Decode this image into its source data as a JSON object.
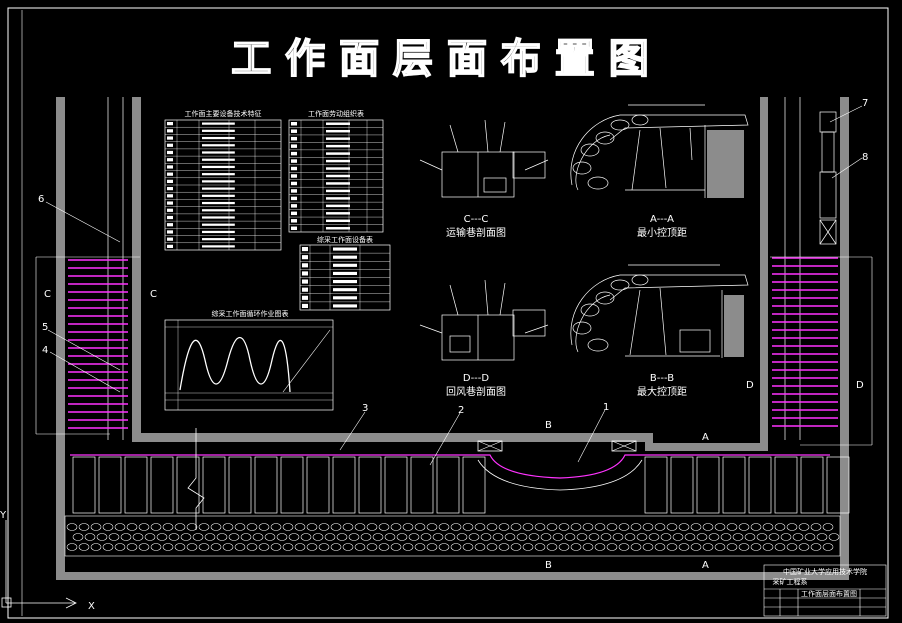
{
  "title": "工 作 面 层 面 布 置 图",
  "sections": {
    "cc_caption": "C---C",
    "cc_subtitle": "运输巷剖面图",
    "aa_caption": "A---A",
    "aa_subtitle": "最小控顶距",
    "dd_caption": "D---D",
    "dd_subtitle": "回风巷剖面图",
    "bb_caption": "B---B",
    "bb_subtitle": "最大控顶距"
  },
  "callouts": [
    "1",
    "2",
    "3",
    "4",
    "5",
    "6",
    "7",
    "8"
  ],
  "cut_marks": {
    "c_left": "C",
    "c_right": "C",
    "d_left": "D",
    "d_right": "D",
    "b_top": "B",
    "b_bottom": "B",
    "a_top": "A",
    "a_bottom": "A"
  },
  "tables": {
    "t1_title": "工作面主要设备技术特征",
    "t2_title": "工作面劳动组织表",
    "t3_title": "综采工作面设备表",
    "chart_title": "综采工作面循环作业图表"
  },
  "title_block": {
    "org": "中国矿业大学应用技术学院",
    "dept": "采矿工程系",
    "drawing": "工作面层面布置图"
  },
  "axis": {
    "x": "X",
    "y": "Y"
  },
  "colors": {
    "background": "#000000",
    "line": "#ffffff",
    "support": "#ff33ff",
    "wall": "#8c8c8c"
  }
}
